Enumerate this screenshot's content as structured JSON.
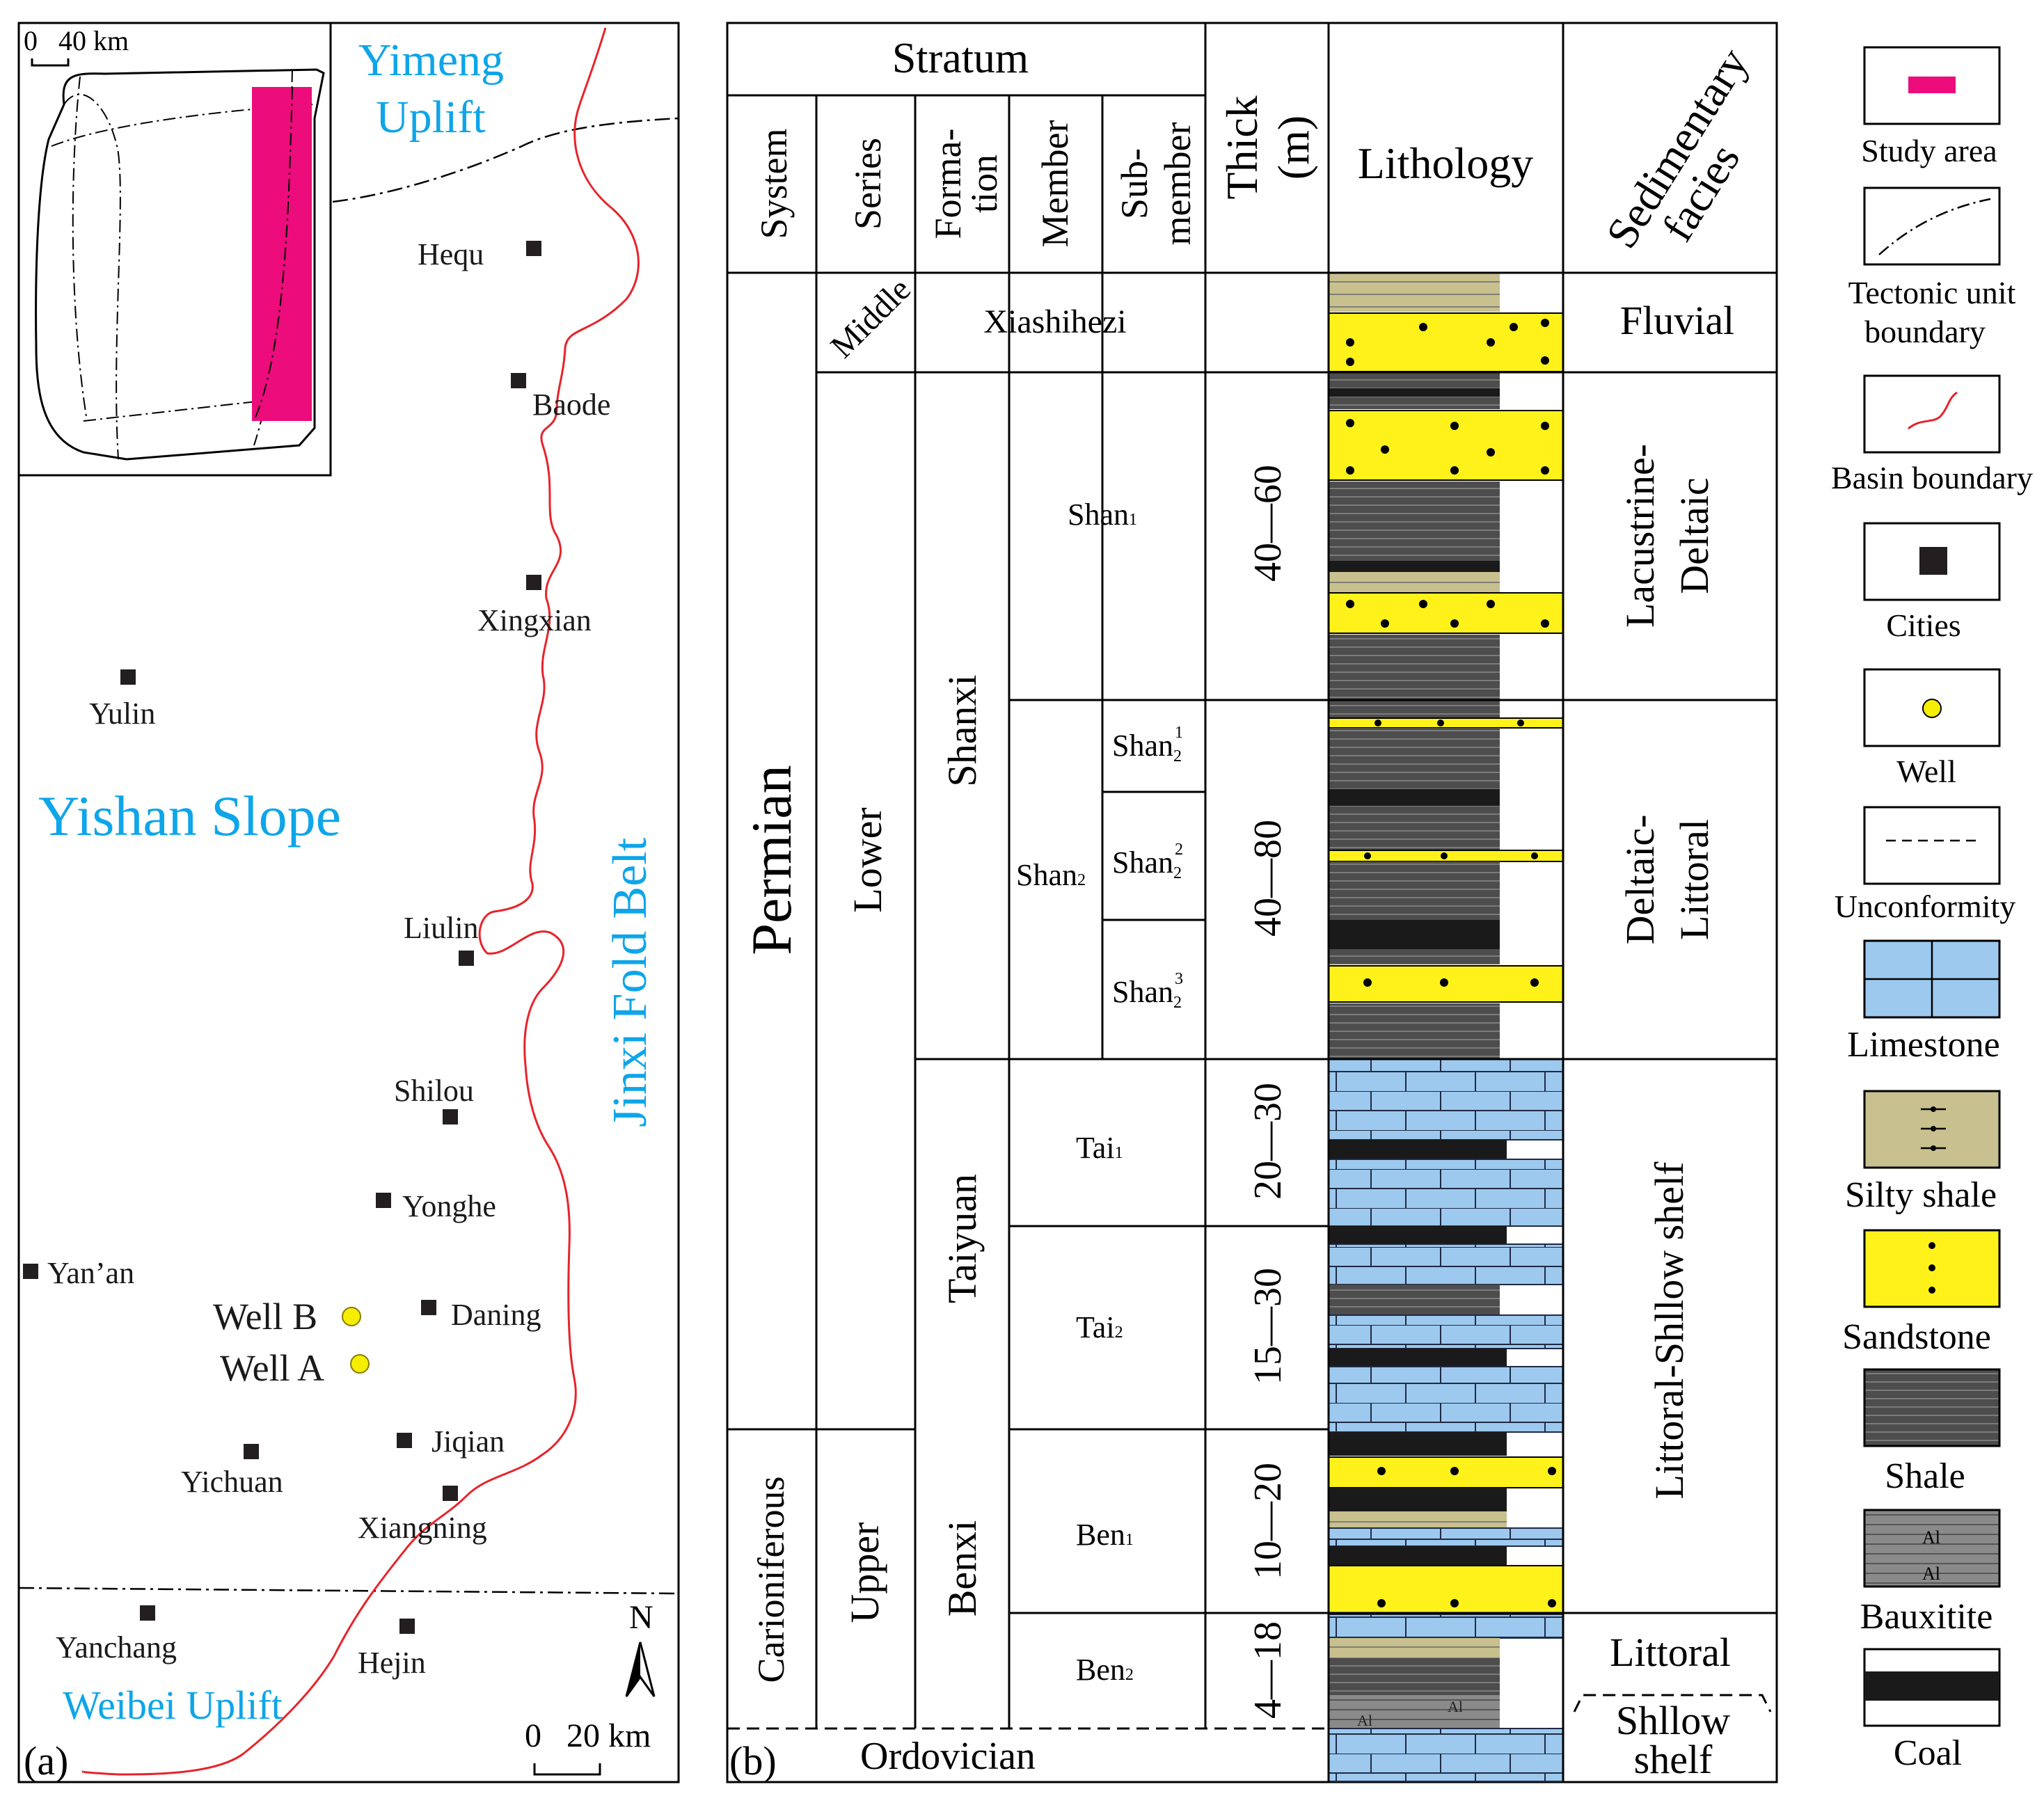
{
  "map": {
    "panel_label": "(a)",
    "inset_scale": "0   40 km",
    "region_labels": {
      "yimeng_1": "Yimeng",
      "yimeng_2": "Uplift",
      "yishan": "Yishan Slope",
      "jinxi": "Jinxi Fold Belt",
      "weibei": "Weibei Uplift"
    },
    "cities": [
      "Hequ",
      "Baode",
      "Xingxian",
      "Yulin",
      "Liulin",
      "Shilou",
      "Yonghe",
      "Yan’an",
      "Daning",
      "Jiqian",
      "Yichuan",
      "Xiangning",
      "Yanchang",
      "Hejin"
    ],
    "wells": [
      "Well B",
      "Well A"
    ],
    "north": "N",
    "scale": "0   20 km",
    "colors": {
      "region_text": "#0ea5e9",
      "basin_boundary": "#e8232a",
      "study_area": "#ec0c7c",
      "well": "#f5ee00"
    }
  },
  "column": {
    "panel_label": "(b)",
    "headers": {
      "stratum": "Stratum",
      "system": "System",
      "series": "Series",
      "formation_1": "Forma-",
      "formation_2": "tion",
      "member": "Member",
      "submember_1": "Sub-",
      "submember_2": "member",
      "thick_1": "Thick",
      "thick_2": "(m)",
      "lithology": "Lithology",
      "facies_1": "Sedimentary",
      "facies_2": "facies"
    },
    "systems": {
      "permian": "Permian",
      "carboniferous": "Carioniferous",
      "ordovician": "Ordovician"
    },
    "series": {
      "middle": "Middle",
      "lower": "Lower",
      "upper": "Upper"
    },
    "formations": {
      "xiashihezi": "Xiashihezi",
      "shanxi": "Shanxi",
      "taiyuan": "Taiyuan",
      "benxi": "Benxi"
    },
    "members": {
      "shan1": "Shan",
      "shan1_sub": "1",
      "shan2": "Shan",
      "shan2_sub": "2",
      "tai1": "Tai",
      "tai1_sub": "1",
      "tai2": "Tai",
      "tai2_sub": "2",
      "ben1": "Ben",
      "ben1_sub": "1",
      "ben2": "Ben",
      "ben2_sub": "2"
    },
    "submembers": {
      "base": "Shan",
      "sub": "2",
      "sups": [
        "1",
        "2",
        "3"
      ]
    },
    "thickness": {
      "shan1": "40—60",
      "shan2": "40—80",
      "tai1": "20—30",
      "tai2": "15—30",
      "ben1": "10—20",
      "ben2": "4—18"
    },
    "facies": {
      "fluvial": "Fluvial",
      "lacustrine_1": "Lacustrine-",
      "lacustrine_2": "Deltaic",
      "deltaic_1": "Deltaic-",
      "deltaic_2": "Littoral",
      "littoral_shelf": "Littoral-Shllow shelf",
      "littoral": "Littoral",
      "shallow_1": "Shllow",
      "shallow_2": "shelf"
    },
    "bauxite_mark": "Al"
  },
  "legend": {
    "items": [
      "Study area",
      "Tectonic unit",
      "boundary",
      "Basin boundary",
      "Cities",
      "Well",
      "Unconformity",
      "Limestone",
      "Silty shale",
      "Sandstone",
      "Shale",
      "Bauxitite",
      "Coal"
    ],
    "colors": {
      "limestone": "#9ec9ee",
      "sandstone": "#fff21b",
      "silty_shale": "#c8c08e",
      "shale": "#4d4d4d",
      "bauxite": "#8a8a8a",
      "coal": "#1a1a1a"
    }
  }
}
